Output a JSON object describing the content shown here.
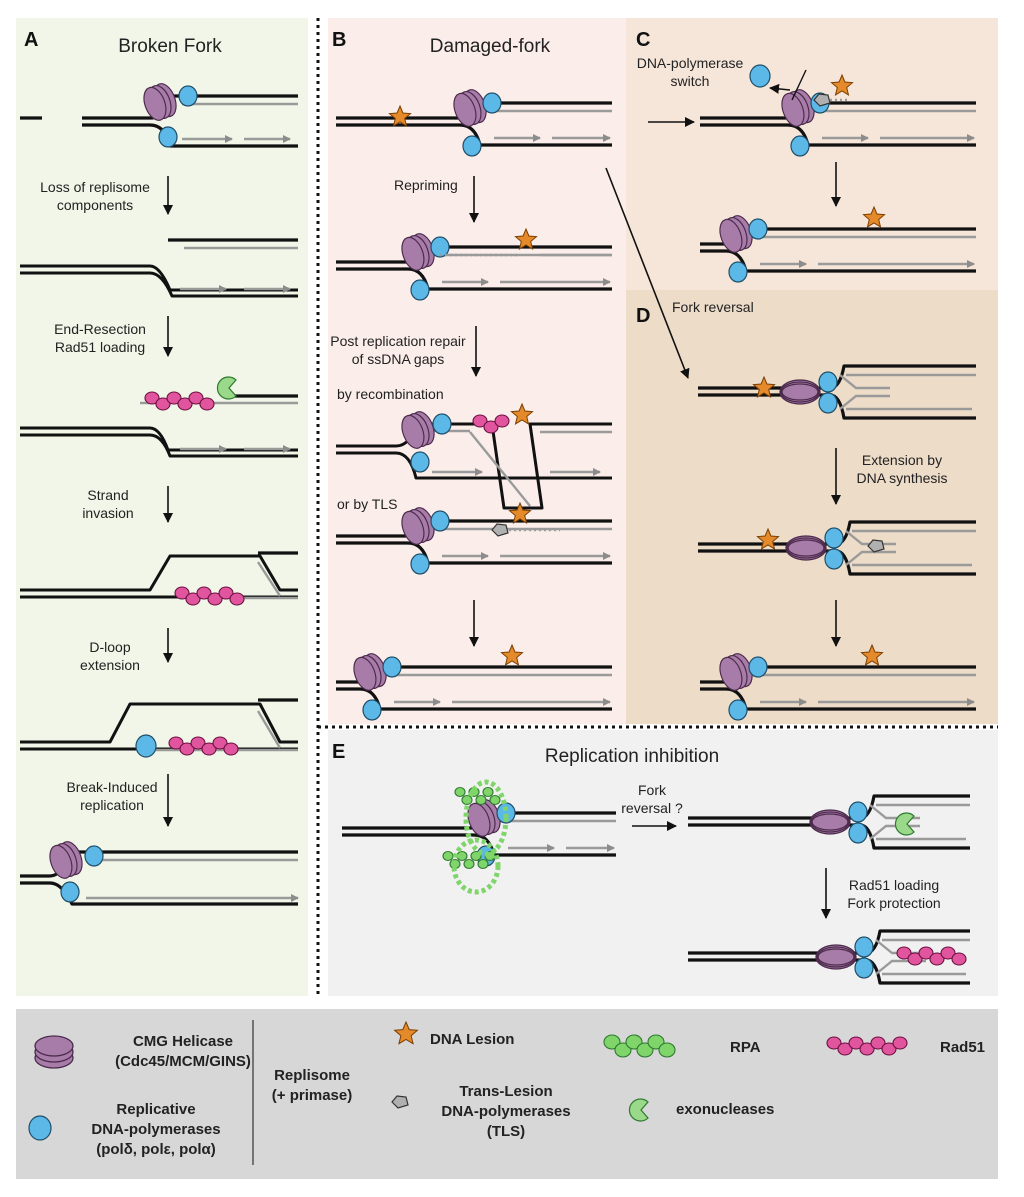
{
  "colors": {
    "panel_A": "#f1f6e8",
    "panel_B": "#fbeeea",
    "panel_C": "#f6e6da",
    "panel_D": "#eddcc8",
    "panel_E": "#f1f1f1",
    "legend": "#d7d7d7",
    "helicase": "#a77ca8",
    "polymerase": "#5cb8e6",
    "lesion": "#e58a2b",
    "rad51": "#e0559d",
    "rpa": "#7fd46a",
    "exonuclease": "#9ad88a",
    "tls": "#b0b0b0"
  },
  "panel_A": {
    "letter": "A",
    "title": "Broken Fork",
    "steps": [
      [
        "Loss of replisome",
        "components"
      ],
      [
        "End-Resection",
        "Rad51 loading"
      ],
      [
        "Strand",
        "invasion"
      ],
      [
        "D-loop",
        "extension"
      ],
      [
        "Break-Induced",
        "replication"
      ]
    ]
  },
  "panel_B": {
    "letter": "B",
    "title": "Damaged-fork",
    "step_repriming": "Repriming",
    "step_prr": [
      "Post replication repair",
      "of ssDNA gaps"
    ],
    "by_recombination": "by recombination",
    "by_tls": "or by TLS"
  },
  "panel_C": {
    "letter": "C",
    "switch": [
      "DNA-polymerase",
      "switch"
    ]
  },
  "panel_D": {
    "letter": "D",
    "fork_reversal": "Fork reversal",
    "extension": [
      "Extension by",
      "DNA synthesis"
    ]
  },
  "panel_E": {
    "letter": "E",
    "title": "Replication inhibition",
    "fork_reversal_q": [
      "Fork",
      "reversal ?"
    ],
    "rad51": [
      "Rad51 loading",
      "Fork protection"
    ]
  },
  "legend": {
    "cmg": [
      "CMG Helicase",
      "(Cdc45/MCM/GINS)"
    ],
    "polymerases": [
      "Replicative",
      "DNA-polymerases",
      "(polδ, polε, polα)"
    ],
    "replisome": [
      "Replisome",
      "(+ primase)"
    ],
    "lesion": "DNA Lesion",
    "tls": [
      "Trans-Lesion",
      "DNA-polymerases",
      "(TLS)"
    ],
    "rpa": "RPA",
    "exonucleases": "exonucleases",
    "rad51": "Rad51"
  }
}
